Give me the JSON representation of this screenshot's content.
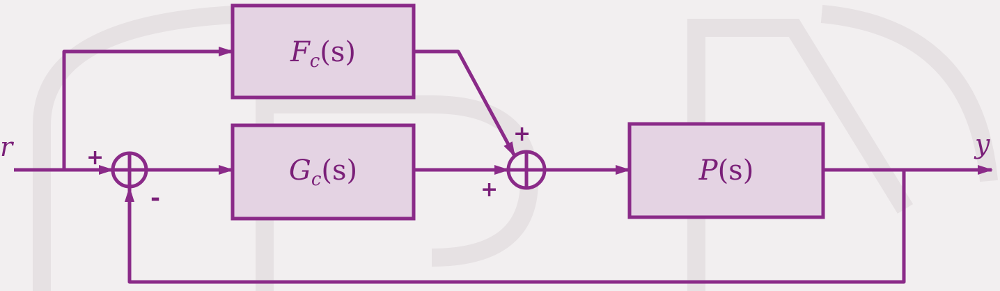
{
  "labels": {
    "input": "r",
    "output": "y"
  },
  "blocks": {
    "feedforward": {
      "name": "F",
      "sub": "c",
      "arg": "(s)"
    },
    "controller": {
      "name": "G",
      "sub": "c",
      "arg": "(s)"
    },
    "plant": {
      "name": "P",
      "sub": "",
      "arg": "(s)"
    }
  },
  "junctions": {
    "error": {
      "sign_left": "+",
      "sign_bottom": "-"
    },
    "sum": {
      "sign_top": "+",
      "sign_bottom": "+"
    }
  },
  "colors": {
    "line": "#8a2a88",
    "block_fill": "#e4d3e3",
    "background": "#f2eff0",
    "watermark": "#e6e1e3",
    "text": "#7a1f78",
    "sign": "#7a1f78"
  }
}
